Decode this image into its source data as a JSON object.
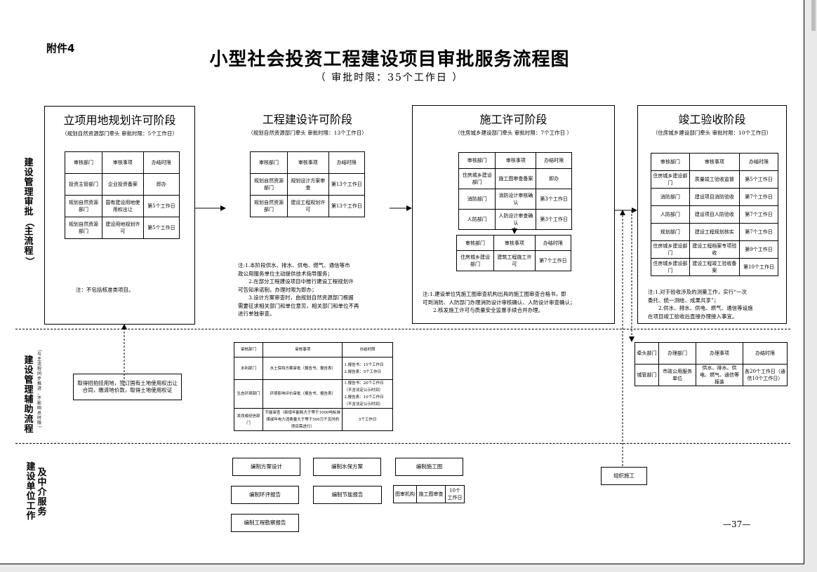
{
  "attachment": "附件4",
  "title": "小型社会投资工程建设项目审批服务流程图",
  "subtitle": "（ 审批时限：35个工作日 ）",
  "side_labels": {
    "main": "建设管理审批（主流程）",
    "aux": "建设管理辅助流程",
    "aux_small": "（与主流程同步推进，不影响总时限）",
    "unit_a": "建设单位工作",
    "unit_b": "及中介服务"
  },
  "stages": [
    {
      "title": "立项用地规划许可阶段",
      "lead": "（规划自然资源部门牵头 审批时限：5个工作日）",
      "table": {
        "headers": [
          "审核部门",
          "审核事项",
          "办结时限"
        ],
        "rows": [
          [
            "投资主管部门",
            "企业投资备案",
            "即办"
          ],
          [
            "规划自然资源部门",
            "国有建设用地使用权出让",
            "第5个工作日"
          ],
          [
            "规划自然资源部门",
            "建设用地规划许可",
            "第5个工作日"
          ]
        ]
      },
      "note": "注：不包括核准类项目。"
    },
    {
      "title": "工程建设许可阶段",
      "lead": "（规划自然资源部门牵头 审批时限：13个工作日）",
      "table": {
        "headers": [
          "审核部门",
          "审核事项",
          "办结时限"
        ],
        "rows": [
          [
            "规划自然资源部门",
            "规划设计方案审查",
            "第13个工作日"
          ],
          [
            "规划自然资源部门",
            "建设工程规划许可",
            "第13个工作日"
          ]
        ]
      },
      "note_lines": [
        "注:1.本阶段供水、排水、供电、燃气、通信等市",
        "政公用服务单位主动提供技术指导服务；",
        "　　2.在部分工程建设项目中推行建设工程规划许",
        "可告知承诺制，办理时限为即办；",
        "　　3.设计方案审查时，由规划自然资源部门根据",
        "需要征求相关部门和单位意见，相关部门和单位不再",
        "进行单独审查。"
      ]
    },
    {
      "title": "施工许可阶段",
      "lead": "（住房城乡建设部门牵头 审批时限：7个工作日 ）",
      "table": {
        "headers": [
          "审核部门",
          "审核事项",
          "办结时限"
        ],
        "rows": [
          [
            "住房城乡建设部门",
            "施工图审查备案",
            "即办"
          ],
          [
            "消防部门",
            "消防设计审核确认",
            "第3个工作日"
          ],
          [
            "人防部门",
            "人防设计审查确认",
            "第3个工作日"
          ]
        ]
      },
      "table2": {
        "headers": [
          "审核部门",
          "审核事项",
          "办结时限"
        ],
        "rows": [
          [
            "住房城乡建设部门",
            "建筑工程施工许可",
            "第7个工作日"
          ]
        ]
      },
      "note_lines": [
        "注:1.建设单位凭施工图审查机构出具的施工图审查合格书，即",
        "可到消防、人防部门办理消防设计审核确认、人防设计审查确认；",
        "　　2.核发施工许可与质量安全监督手续合并办理。"
      ]
    },
    {
      "title": "竣工验收阶段",
      "lead": "（住房城乡建设部门牵头 审批时限：10个工作日）",
      "table": {
        "headers": [
          "审核部门",
          "审核事项",
          "办结时限"
        ],
        "rows": [
          [
            "住房城乡建设部门",
            "质量竣工验收监督",
            "第5个工作日"
          ],
          [
            "消防部门",
            "建设项目消防验收",
            "第7个工作日"
          ],
          [
            "人防部门",
            "建设项目人防验收",
            "第7个工作日"
          ],
          [
            "规划部门",
            "建设工程规划核实",
            "第7个工作日"
          ],
          [
            "住房城乡建设部门",
            "建设工程档案专项验收",
            "第9个工作日"
          ],
          [
            "住房城乡建设部门",
            "建设工程竣工验收备案",
            "第10个工作日"
          ]
        ]
      },
      "note_lines": [
        "注:1.对于验收涉及的测量工作，实行“一次",
        "委托、统一测绘、成果共享”；",
        "　　2.供水、排水、供电、燃气、通信等设施",
        "在项目竣工验收后直接办理接入事宜。"
      ]
    }
  ],
  "land_box": "取得招拍挂用地，签订国有土地使用权出让合同，缴清地价款，取得土地使用权证",
  "aux_table": {
    "headers": [
      "审核部门",
      "审核事项",
      "办结时限"
    ],
    "rows": [
      [
        "水利部门",
        "水土保持方案审批（报告书、报告表）",
        "1.报告书：15个工作日\n2.报告表：5个工作日"
      ],
      [
        "生态环境部门",
        "环境影响评价审批（报告书、报告表）",
        "1.报告书：20个工作日（不含法定公示时间）\n2.报告表：10个工作日（不含法定公示时间）"
      ],
      [
        "发改或经信部门",
        "节能审查（新增年能耗大于等于1000吨标准煤或年电力消费量大于等于500万千瓦时的项目需进行）",
        "5个工作日"
      ]
    ]
  },
  "utility_table": {
    "headers": [
      "牵头部门",
      "办理部门",
      "办理事项",
      "办结时限"
    ],
    "rows": [
      [
        "城管部门",
        "市政公用服务单位",
        "供水、排水、供电、燃气、通信等报装",
        "各20个工作日（通信10个工作日）"
      ]
    ]
  },
  "unit_boxes": {
    "b1": "编制方案设计",
    "b2": "编制水保方案",
    "b3": "编制施工图",
    "b4": "编制环评报告",
    "b5": "编制节能报告",
    "b6": "编制工程勘察报告",
    "b7": "组织施工"
  },
  "review_row": [
    "图审机构",
    "施工图审查",
    "10个工作日"
  ],
  "page_number": "—37—"
}
